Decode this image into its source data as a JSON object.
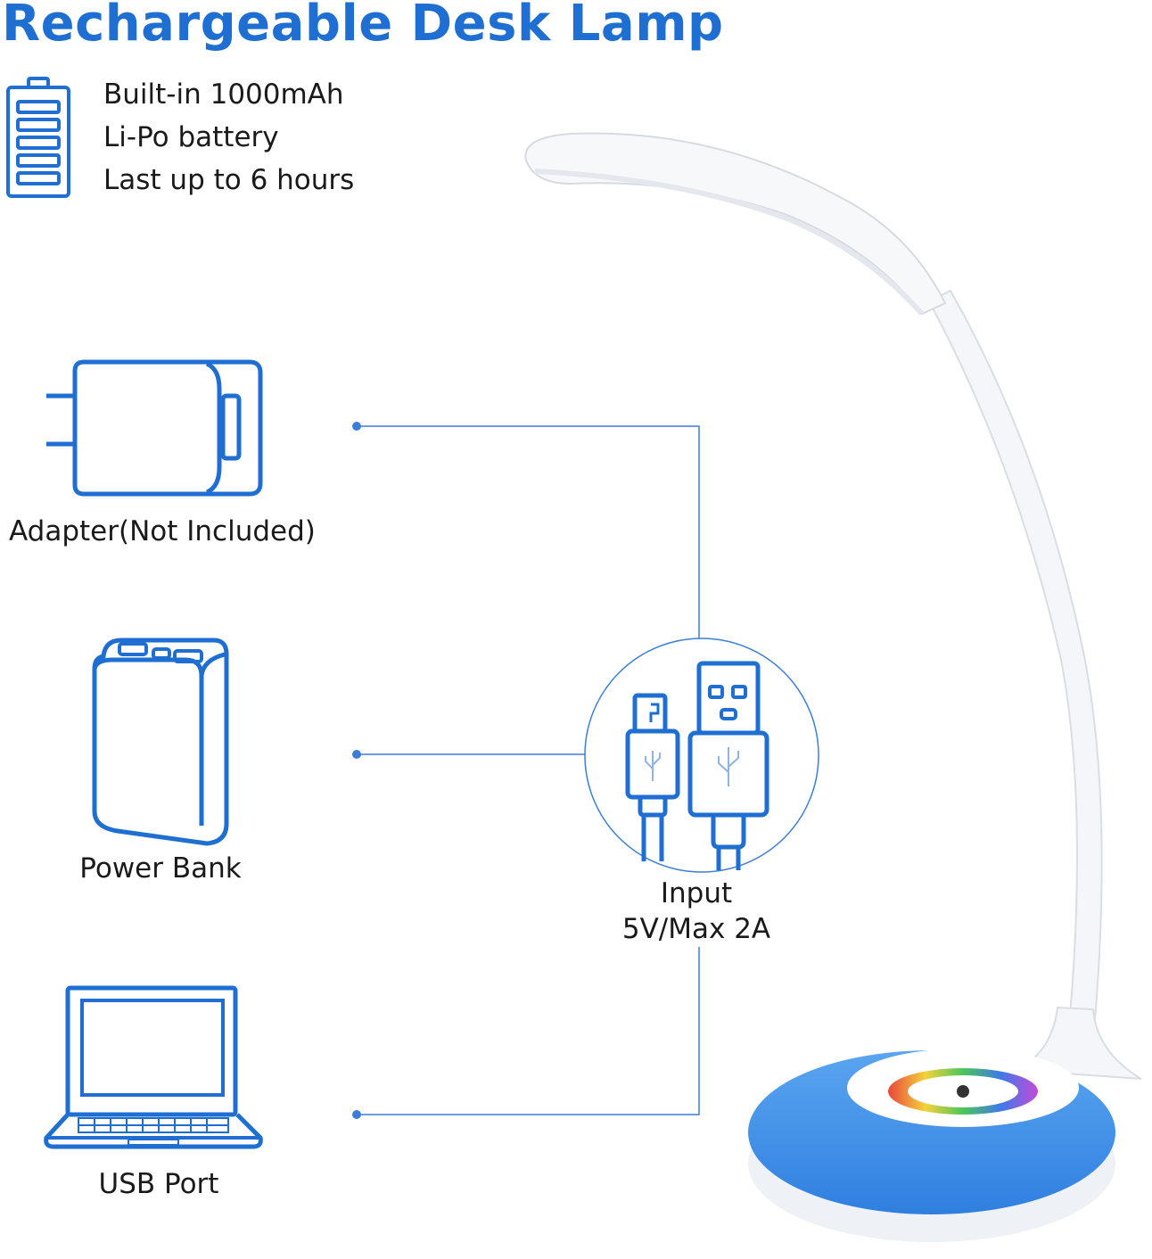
{
  "title": "Rechargeable Desk Lamp",
  "battery": {
    "line1": "Built-in 1000mAh",
    "line2": "Li-Po battery",
    "line3": "Last up to 6 hours",
    "icon": "battery-icon"
  },
  "sources": [
    {
      "label": "Adapter(Not Included)",
      "icon": "wall-adapter-icon"
    },
    {
      "label": "Power Bank",
      "icon": "power-bank-icon"
    },
    {
      "label": "USB Port",
      "icon": "laptop-icon"
    }
  ],
  "input": {
    "line1": "Input",
    "line2": "5V/Max 2A",
    "icon": "usb-cable-icon"
  },
  "product": {
    "icon": "desk-lamp-image"
  },
  "colors": {
    "accent": "#1e6fd1",
    "text": "#1a1a1a",
    "connector": "#3a7ed8",
    "lamp_base": "#3f8ee8"
  }
}
